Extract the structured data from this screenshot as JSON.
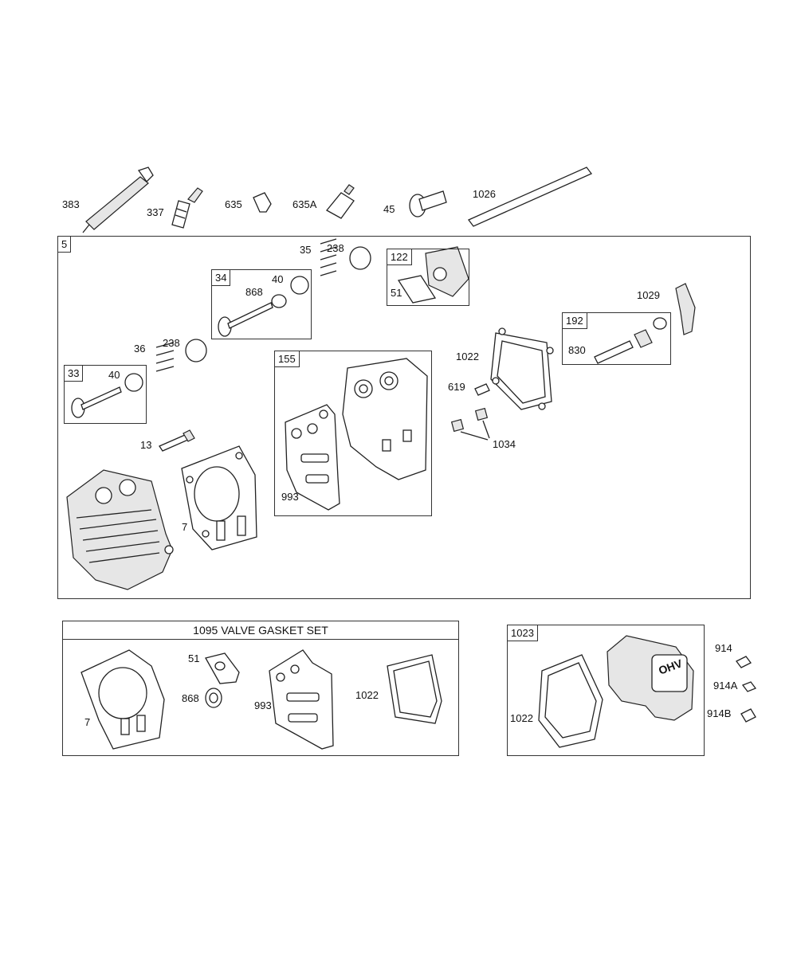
{
  "groups": {
    "g5": "5",
    "g33": "33",
    "g34": "34",
    "g122": "122",
    "g155": "155",
    "g192": "192",
    "g1023": "1023",
    "valve_gasket_set": "1095 VALVE GASKET SET"
  },
  "parts": {
    "p383": "383",
    "p337": "337",
    "p635": "635",
    "p635a": "635A",
    "p45": "45",
    "p1026": "1026",
    "p35": "35",
    "p238_top": "238",
    "p868_top": "868",
    "p40_top": "40",
    "p51_top": "51",
    "p1029": "1029",
    "p830": "830",
    "p36": "36",
    "p238_left": "238",
    "p40_left": "40",
    "p1022_top": "1022",
    "p619": "619",
    "p1034": "1034",
    "p13": "13",
    "p993_top": "993",
    "p7_top": "7",
    "p51_set": "51",
    "p868_set": "868",
    "p7_set": "7",
    "p993_set": "993",
    "p1022_set": "1022",
    "p1022_cover": "1022",
    "p914": "914",
    "p914a": "914A",
    "p914b": "914B",
    "ohv_logo": "OHV"
  }
}
